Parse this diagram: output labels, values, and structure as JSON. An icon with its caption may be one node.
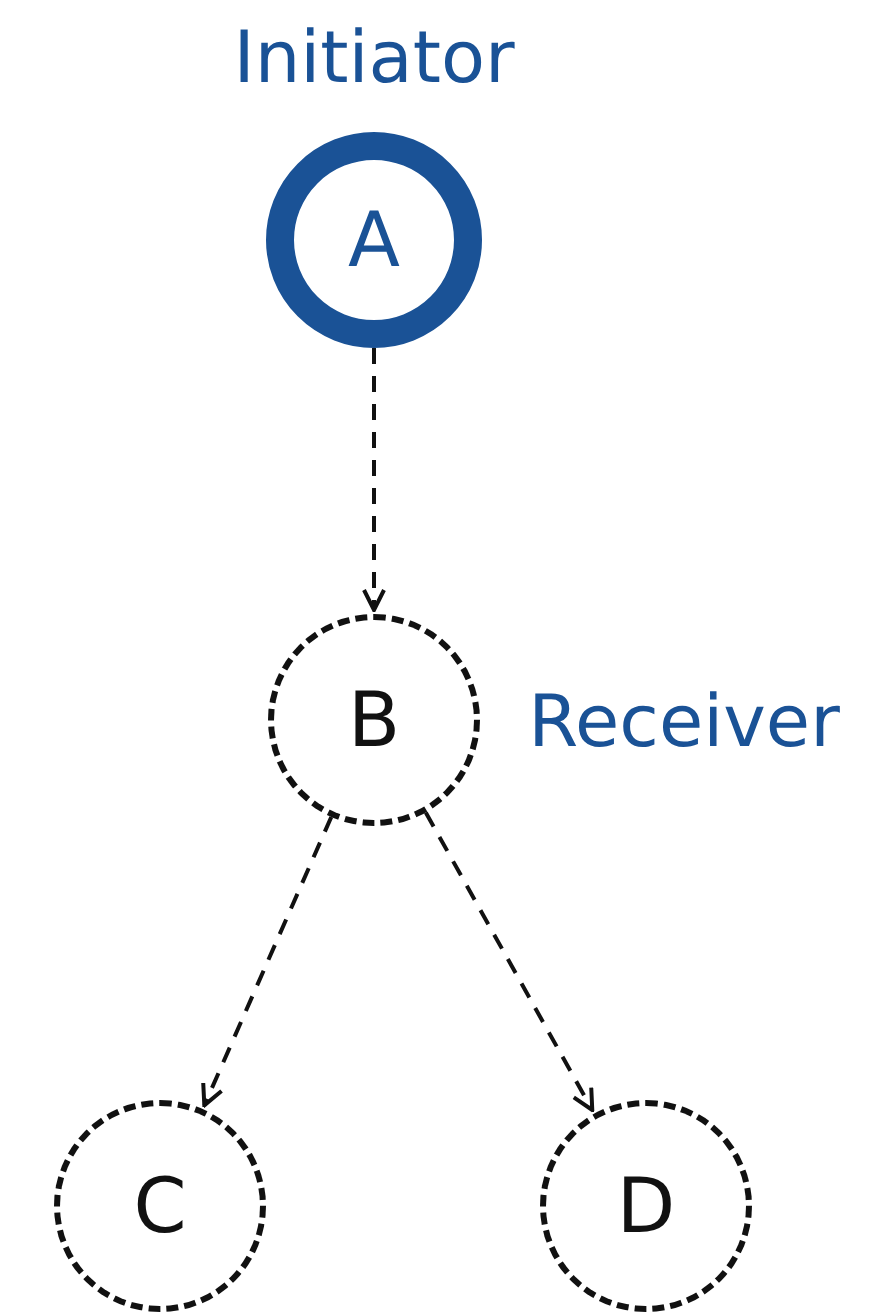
{
  "diagram": {
    "nodes": [
      {
        "text": [
          "A"
        ],
        "beside": [
          "Initiator"
        ]
      },
      {
        "text": [
          "B"
        ],
        "beside": [
          "Receiver"
        ]
      },
      {
        "text": [
          "C"
        ]
      },
      {
        "text": [
          "D"
        ]
      }
    ],
    "edges": [
      {
        "from": 0,
        "to": 1,
        "arrow": "to",
        "style": "dashed"
      },
      {
        "from": 1,
        "to": 2,
        "arrow": "to",
        "style": "dashed"
      },
      {
        "from": 1,
        "to": 3,
        "arrow": "to",
        "style": "dashed"
      }
    ]
  }
}
